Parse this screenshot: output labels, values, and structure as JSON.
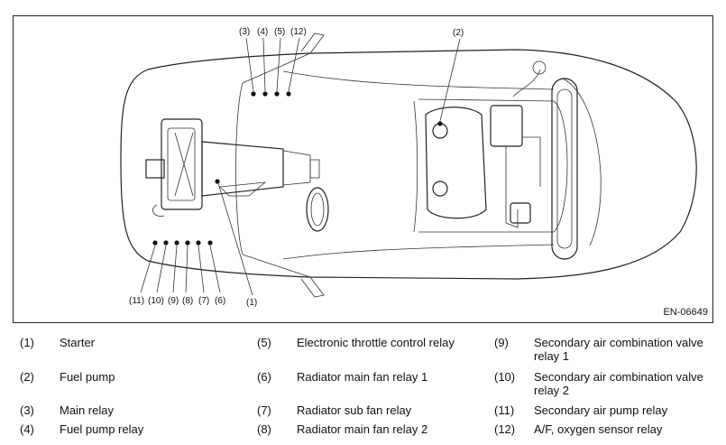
{
  "figure_code": "EN-06649",
  "callouts": {
    "c1": "(1)",
    "c2": "(2)",
    "c3": "(3)",
    "c4": "(4)",
    "c5": "(5)",
    "c6": "(6)",
    "c7": "(7)",
    "c8": "(8)",
    "c9": "(9)",
    "c10": "(10)",
    "c11": "(11)",
    "c12": "(12)"
  },
  "legend": [
    {
      "num": "(1)",
      "text": "Starter"
    },
    {
      "num": "(2)",
      "text": "Fuel pump"
    },
    {
      "num": "(3)",
      "text": "Main relay"
    },
    {
      "num": "(4)",
      "text": "Fuel pump relay"
    },
    {
      "num": "(5)",
      "text": "Electronic throttle control relay"
    },
    {
      "num": "(6)",
      "text": "Radiator main fan relay 1"
    },
    {
      "num": "(7)",
      "text": "Radiator sub fan relay"
    },
    {
      "num": "(8)",
      "text": "Radiator main fan relay 2"
    },
    {
      "num": "(9)",
      "text": "Secondary air combination valve relay 1"
    },
    {
      "num": "(10)",
      "text": "Secondary air combination valve relay 2"
    },
    {
      "num": "(11)",
      "text": "Secondary air pump relay"
    },
    {
      "num": "(12)",
      "text": "A/F, oxygen sensor relay"
    }
  ]
}
